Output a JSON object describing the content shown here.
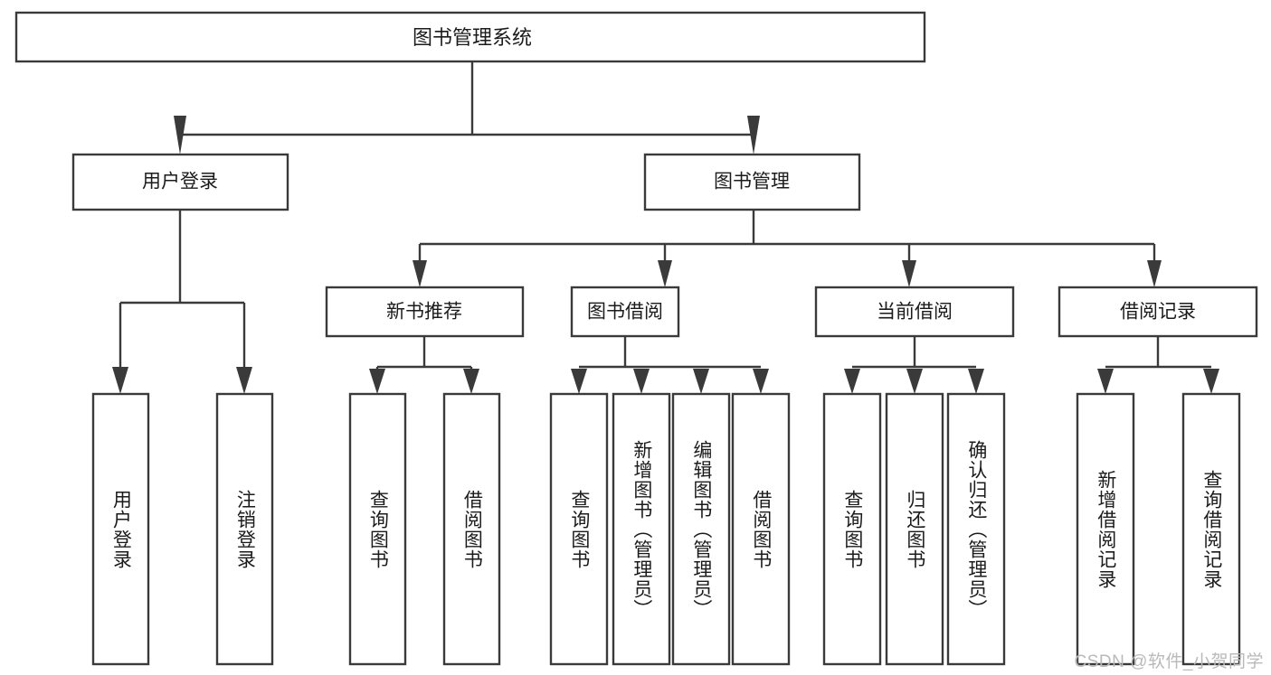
{
  "diagram": {
    "title": "图书管理系统",
    "type": "tree-hierarchy",
    "watermark": "CSDN @软件_小贺同学",
    "colors": {
      "stroke": "#3a3a3a",
      "fill": "#ffffff",
      "text": "#1b1b1b",
      "watermark": "#b9b9b9"
    },
    "root": {
      "id": "root",
      "label": "图书管理系统"
    },
    "level2": [
      {
        "id": "user-login",
        "label": "用户登录"
      },
      {
        "id": "book-manage",
        "label": "图书管理"
      }
    ],
    "level3": [
      {
        "id": "new-book-recommend",
        "label": "新书推荐",
        "parent": "book-manage"
      },
      {
        "id": "book-borrow",
        "label": "图书借阅",
        "parent": "book-manage"
      },
      {
        "id": "current-borrow",
        "label": "当前借阅",
        "parent": "book-manage"
      },
      {
        "id": "borrow-record",
        "label": "借阅记录",
        "parent": "book-manage"
      }
    ],
    "leaves": {
      "user-login": [
        {
          "id": "leaf-user-login",
          "label": "用户登录"
        },
        {
          "id": "leaf-user-logout",
          "label": "注销登录"
        }
      ],
      "new-book-recommend": [
        {
          "id": "leaf-query-book-1",
          "label": "查询图书"
        },
        {
          "id": "leaf-borrow-book-1",
          "label": "借阅图书"
        }
      ],
      "book-borrow": [
        {
          "id": "leaf-query-book-2",
          "label": "查询图书"
        },
        {
          "id": "leaf-add-book",
          "label": "新增图书（管理员）"
        },
        {
          "id": "leaf-edit-book",
          "label": "编辑图书（管理员）"
        },
        {
          "id": "leaf-borrow-book-2",
          "label": "借阅图书"
        }
      ],
      "current-borrow": [
        {
          "id": "leaf-query-book-3",
          "label": "查询图书"
        },
        {
          "id": "leaf-return-book",
          "label": "归还图书"
        },
        {
          "id": "leaf-confirm-return",
          "label": "确认归还（管理员）"
        }
      ],
      "borrow-record": [
        {
          "id": "leaf-add-record",
          "label": "新增借阅记录"
        },
        {
          "id": "leaf-query-record",
          "label": "查询借阅记录"
        }
      ]
    }
  }
}
